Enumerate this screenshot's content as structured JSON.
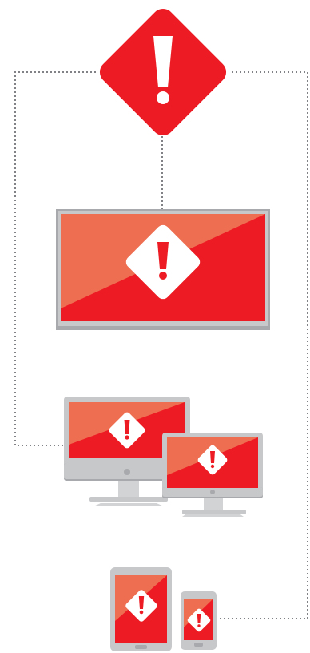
{
  "colors": {
    "alert_red": "#ed1c24",
    "alert_red_dark": "#e2191f",
    "screen_highlight": "#ee6e52",
    "device_frame": "#c7c8ca",
    "device_frame_dark": "#a7a9ac",
    "stand": "#d1d3d4",
    "connector": "#808285",
    "symbol_white": "#ffffff"
  },
  "connector_style": "dotted",
  "nodes": [
    {
      "id": "alert-source",
      "icon": "warning-diamond-icon"
    },
    {
      "id": "large-display",
      "icon": "warning-diamond-icon"
    },
    {
      "id": "desktop-monitors",
      "icon": "warning-diamond-icon"
    },
    {
      "id": "mobile-devices",
      "icon": "warning-diamond-icon"
    }
  ]
}
